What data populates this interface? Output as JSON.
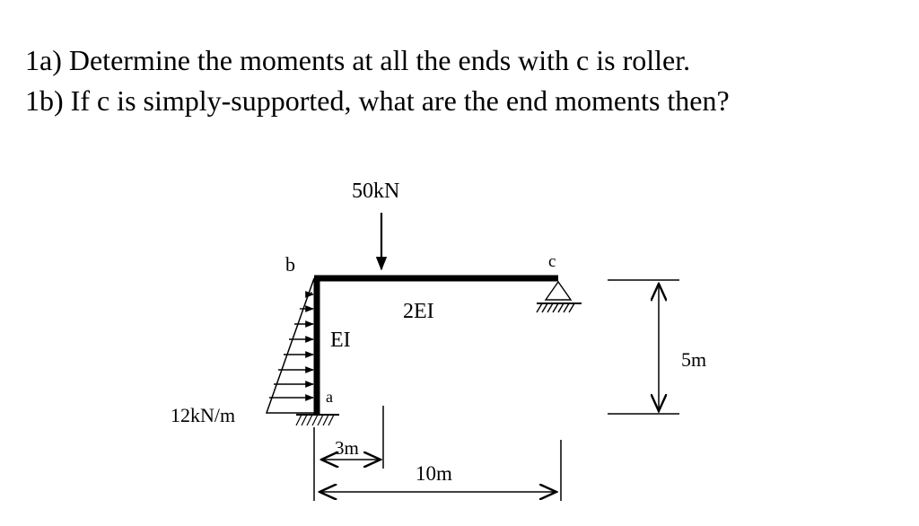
{
  "questions": [
    "1a) Determine the moments at all  the ends with c is roller.",
    "1b) If c is simply-supported, what are the end moments then?"
  ],
  "diagram": {
    "load_point": "50kN",
    "load_distributed": "12kN/m",
    "node_b": "b",
    "node_c": "c",
    "node_a": "a",
    "stiffness_beam": "2EI",
    "stiffness_column": "EI",
    "dim_height": "5m",
    "dim_load_offset": "3m",
    "dim_span": "10m"
  }
}
